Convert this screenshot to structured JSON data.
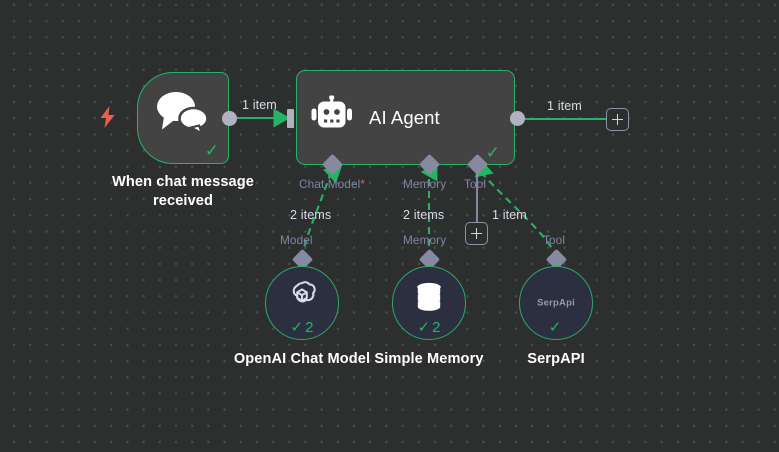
{
  "app": {
    "name": "n8n-workflow-canvas",
    "background_color": "#2d2e2e",
    "accent_color": "#25b463"
  },
  "canvas": {
    "grid": "dot-grid",
    "trigger": {
      "icon": "chat-bubbles-icon",
      "bolt_icon": "lightning-bolt-icon",
      "caption": "When chat message\nreceived",
      "status_icon": "check-icon"
    },
    "agent": {
      "icon": "robot-icon",
      "title": "AI Agent",
      "status_icon": "check-icon",
      "input_label": "1 item",
      "output_label": "1 item",
      "add_node_icon": "plus-icon"
    },
    "ports": [
      {
        "name": "Chat Model",
        "required": "*",
        "items_label": "2 items",
        "target_port": "Model"
      },
      {
        "name": "Memory",
        "required": "",
        "items_label": "2 items",
        "target_port": "Memory"
      },
      {
        "name": "Tool",
        "required": "",
        "items_label": "1 item",
        "target_port": "Tool",
        "add_node_icon": "plus-icon"
      }
    ],
    "subnodes": [
      {
        "caption": "OpenAI Chat Model",
        "icon": "openai-logo-icon",
        "inner_text": "",
        "check_icon": "check-icon",
        "count": "2"
      },
      {
        "caption": "Simple Memory",
        "icon": "database-icon",
        "inner_text": "",
        "check_icon": "check-icon",
        "count": "2"
      },
      {
        "caption": "SerpAPI",
        "icon": "serpapi-wordmark-icon",
        "inner_text": "SerpApi",
        "check_icon": "check-icon",
        "count": ""
      }
    ]
  }
}
